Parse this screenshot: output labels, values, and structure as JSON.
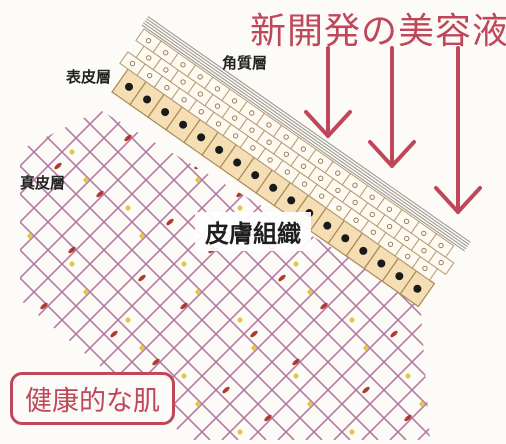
{
  "title": "新開発の美容液",
  "labels": {
    "kakushitsu": "角質層",
    "hyohi": "表皮層",
    "shinpi": "真皮層",
    "tissue": "皮膚組織"
  },
  "badge": "健康的な肌",
  "colors": {
    "accent": "#c0475a",
    "fiber": "#b47aa3",
    "cell_fill": "#f5deb3",
    "cell_stroke": "#a88a58",
    "horny_stroke": "#b39b78",
    "nucleus": "#1a1a1a",
    "fibroblast": "#b03a2e",
    "node": "#e0c848"
  }
}
